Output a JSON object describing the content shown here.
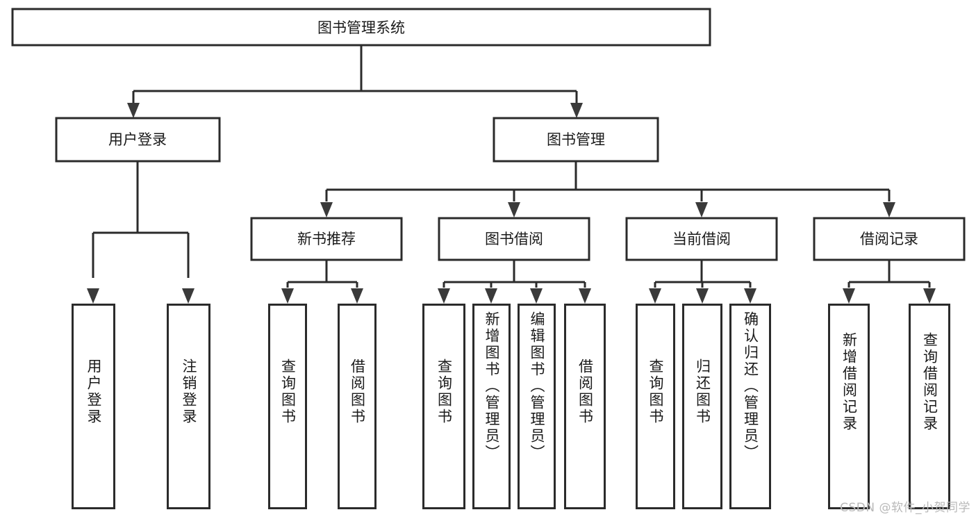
{
  "diagram": {
    "type": "tree",
    "title": "图书管理系统",
    "orientation": "top-down",
    "colors": {
      "stroke": "#2b2b2b",
      "fill": "#ffffff",
      "text": "#1a1a1a",
      "watermark": "#b9b9b9"
    },
    "root": {
      "label": "图书管理系统"
    },
    "level2": [
      {
        "label": "用户登录"
      },
      {
        "label": "图书管理"
      }
    ],
    "level3": [
      {
        "label": "新书推荐"
      },
      {
        "label": "图书借阅"
      },
      {
        "label": "当前借阅"
      },
      {
        "label": "借阅记录"
      }
    ],
    "leaves": {
      "user_login": [
        {
          "label": "用户登录"
        },
        {
          "label": "注销登录"
        }
      ],
      "new_book": [
        {
          "label": "查询图书"
        },
        {
          "label": "借阅图书"
        }
      ],
      "book_borrow": [
        {
          "label": "查询图书"
        },
        {
          "label": "新增图书（管理员）"
        },
        {
          "label": "编辑图书（管理员）"
        },
        {
          "label": "借阅图书"
        }
      ],
      "current_borrow": [
        {
          "label": "查询图书"
        },
        {
          "label": "归还图书"
        },
        {
          "label": "确认归还（管理员）"
        }
      ],
      "borrow_record": [
        {
          "label": "新增借阅记录"
        },
        {
          "label": "查询借阅记录"
        }
      ]
    }
  },
  "watermark": {
    "text": "CSDN @软件_小贺同学"
  }
}
